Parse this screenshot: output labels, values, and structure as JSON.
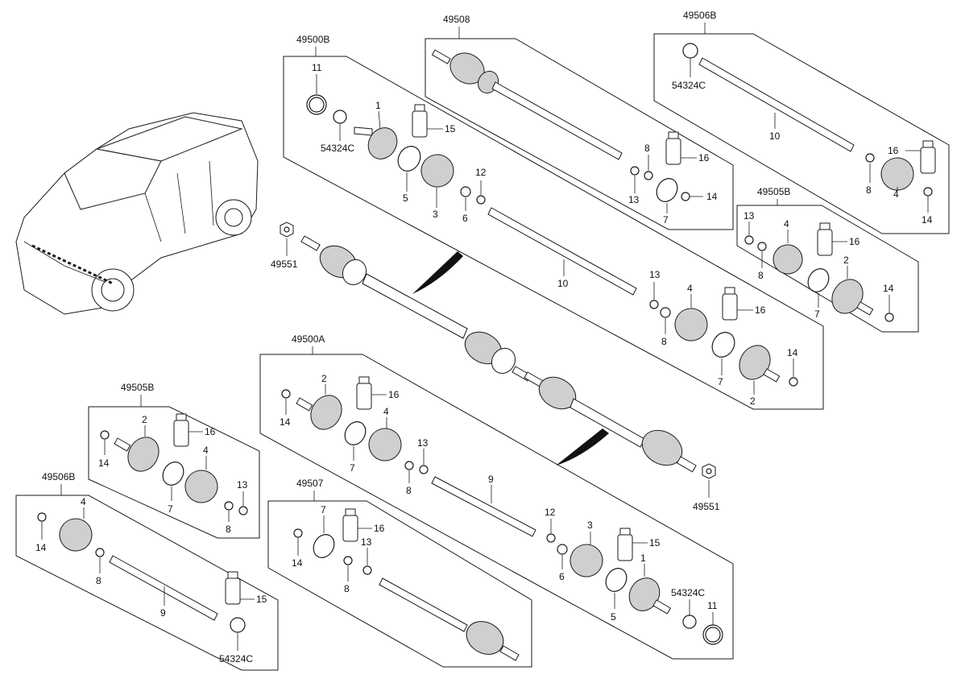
{
  "groups": {
    "g49500B": "49500B",
    "g49508": "49508",
    "g49506B_top": "49506B",
    "g49505B_right": "49505B",
    "g49500A": "49500A",
    "g49505B_left": "49505B",
    "g49506B_left": "49506B",
    "g49507": "49507"
  },
  "labels": {
    "n1": "1",
    "n2": "2",
    "n3": "3",
    "n4": "4",
    "n5": "5",
    "n6": "6",
    "n7": "7",
    "n8": "8",
    "n9": "9",
    "n10": "10",
    "n11": "11",
    "n12": "12",
    "n13": "13",
    "n14": "14",
    "n15": "15",
    "n16": "16",
    "p54324C": "54324C",
    "p49551": "49551"
  },
  "icons": {
    "vehicle": "vehicle-outline-icon",
    "cv_joint": "cv-joint-icon",
    "boot": "boot-icon",
    "clamp": "clamp-ring-icon",
    "grease": "grease-tube-icon",
    "shaft": "shaft-icon",
    "nut": "hex-nut-icon"
  }
}
